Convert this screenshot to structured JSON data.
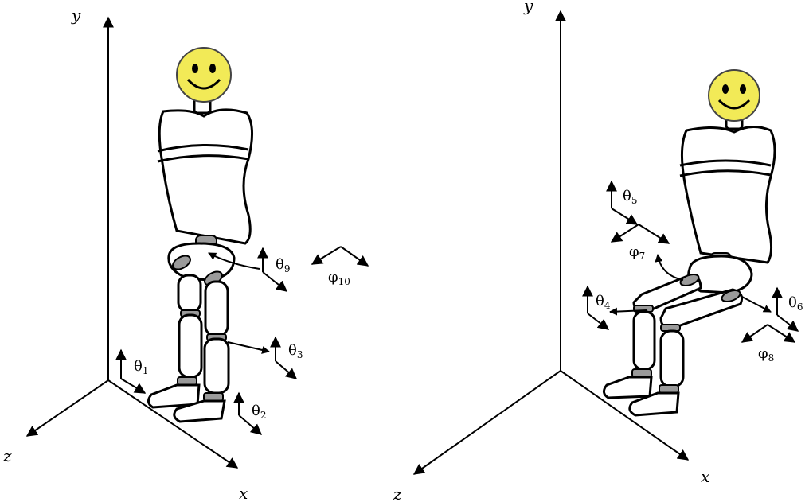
{
  "axes": {
    "left": {
      "x": "x",
      "y": "y",
      "z": "z"
    },
    "right": {
      "x": "x",
      "y": "y",
      "z": "z"
    }
  },
  "labels": {
    "theta1": {
      "sym": "θ",
      "sub": "1"
    },
    "theta2": {
      "sym": "θ",
      "sub": "2"
    },
    "theta3": {
      "sym": "θ",
      "sub": "3"
    },
    "theta9": {
      "sym": "θ",
      "sub": "9"
    },
    "phi10": {
      "sym": "φ",
      "sub": "10"
    },
    "theta5": {
      "sym": "θ",
      "sub": "5"
    },
    "phi7": {
      "sym": "φ",
      "sub": "7"
    },
    "theta4": {
      "sym": "θ",
      "sub": "4"
    },
    "theta6": {
      "sym": "θ",
      "sub": "6"
    },
    "phi8": {
      "sym": "φ",
      "sub": "8"
    }
  },
  "colors": {
    "line": "#000000",
    "face": "#f2ea57",
    "joint": "#9a9a9a"
  }
}
